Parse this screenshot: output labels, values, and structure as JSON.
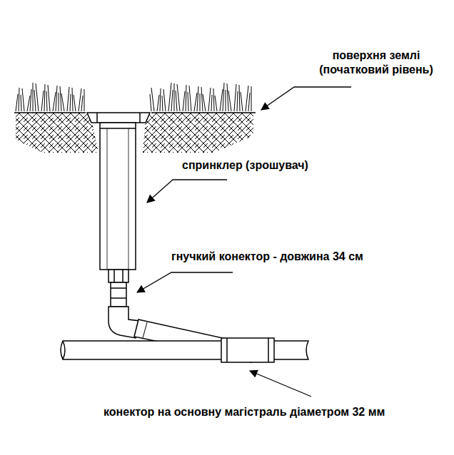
{
  "diagram": {
    "labels": [
      "поверхня землі (початковий рівень)",
      "спринклер (зрошувач)",
      "гнучкий конектор - довжина 34 см",
      "конектор на основну магістраль діаметром 32 мм"
    ]
  }
}
